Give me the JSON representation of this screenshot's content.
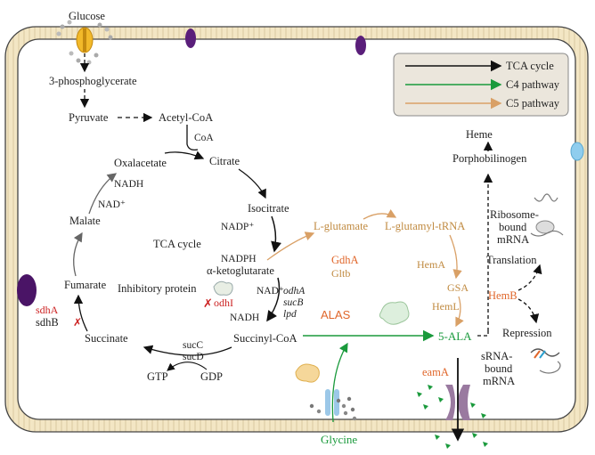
{
  "legend": {
    "tca": "TCA cycle",
    "c4": "C4 pathway",
    "c5": "C5 pathway"
  },
  "colors": {
    "tca": "#111111",
    "c4": "#1a9a3c",
    "c5": "#d9a066",
    "gene_red": "#cc2222",
    "enzyme_orange": "#e0662a",
    "membrane_fill": "#f3e6c4",
    "legend_bg": "#ebe6dc"
  },
  "labels": {
    "glucose": "Glucose",
    "phosphoglycerate": "3-phosphoglycerate",
    "pyruvate": "Pyruvate",
    "acetyl_coa": "Acetyl-CoA",
    "coa": "CoA",
    "citrate": "Citrate",
    "oxalacetate": "Oxalacetate",
    "nadh_top": "NADH",
    "nad_plus_left": "NAD⁺",
    "malate": "Malate",
    "isocitrate": "Isocitrate",
    "nadp_plus": "NADP⁺",
    "tca_cycle": "TCA cycle",
    "nadph": "NADPH",
    "alpha_kg": "α-ketoglutarate",
    "fumarate": "Fumarate",
    "inhibitory_protein": "Inhibitory protein",
    "odhI": "odhI",
    "nad_plus_right": "NAD⁺",
    "odhA": "odhA",
    "sucB": "sucB",
    "lpd": "lpd",
    "sdhA": "sdhA",
    "sdhB": "sdhB",
    "nadh_bottom": "NADH",
    "succinate": "Succinate",
    "succinyl_coa": "Succinyl-CoA",
    "sucC": "sucC",
    "sucD": "sucD",
    "gtp": "GTP",
    "gdp": "GDP",
    "heme": "Heme",
    "porphobilinogen": "Porphobilinogen",
    "l_glutamate": "L-glutamate",
    "l_glutamyl_trna": "L-glutamyl-tRNA",
    "gdhA": "GdhA",
    "gltb": "Gltb",
    "hemA": "HemA",
    "gsa": "GSA",
    "hemL": "HemL",
    "alas": "ALAS",
    "five_ala": "5-ALA",
    "eamA": "eamA",
    "glycine": "Glycine",
    "ribosome_bound": "Ribosome-",
    "bound": "bound",
    "mrna": "mRNA",
    "translation": "Translation",
    "hemB": "HemB",
    "repression": "Repression",
    "srna_bound": "sRNA-",
    "srna_bound2": "bound",
    "srna_mrna": "mRNA"
  }
}
